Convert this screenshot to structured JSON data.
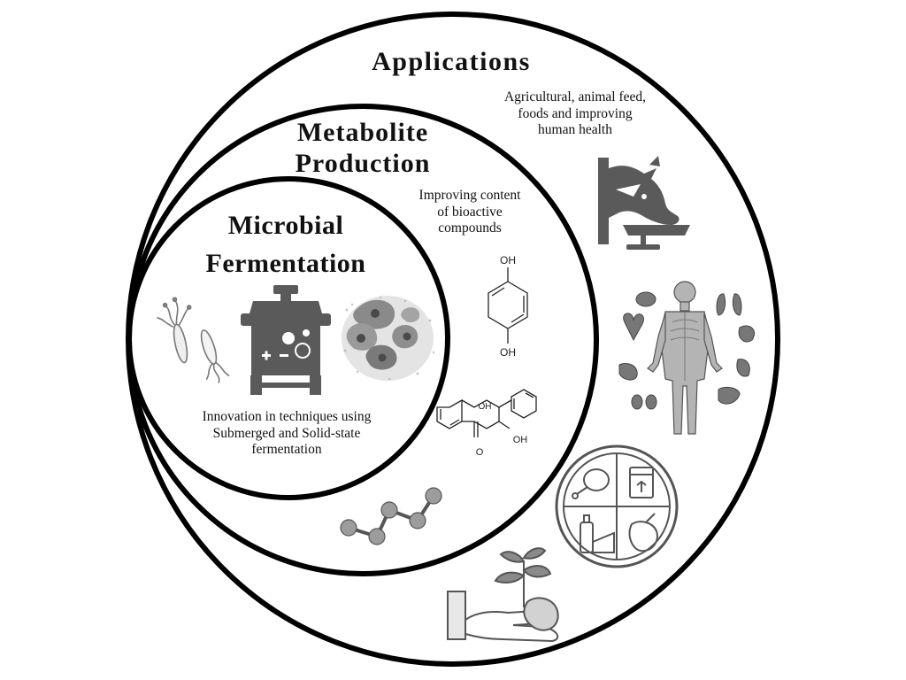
{
  "headings": {
    "applications": "Applications",
    "metabolite": [
      "Metabolite",
      "Production"
    ],
    "microbial": [
      "Microbial",
      "Fermentation"
    ]
  },
  "descriptions": {
    "applications": [
      "Agricultural, animal feed,",
      "foods and improving",
      "human health"
    ],
    "metabolite": [
      "Improving content",
      "of bioactive",
      "compounds"
    ],
    "microbial": [
      "Innovation in techniques using",
      "Submerged and Solid-state",
      "fermentation"
    ]
  },
  "chemistry": {
    "hydroquinone_labels": [
      "OH",
      "OH"
    ],
    "flavonol_labels": [
      "OH",
      "OH",
      "O"
    ]
  },
  "icons": [
    "bacteria-icon",
    "bioreactor-icon",
    "fungal-cells-icon",
    "hydroquinone-molecule-icon",
    "flavonol-molecule-icon",
    "ball-stick-molecule-icon",
    "animal-feed-icon",
    "human-anatomy-icon",
    "food-plate-icon",
    "hand-seedling-icon"
  ],
  "colors": {
    "outline": "#000000",
    "icon_dark": "#5a5a5a",
    "icon_mid": "#888888",
    "icon_light": "#c6c6c6"
  }
}
